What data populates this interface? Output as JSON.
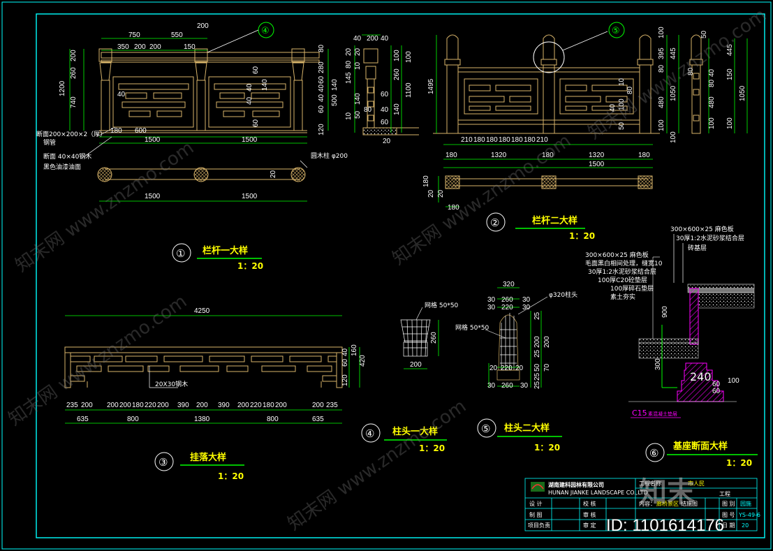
{
  "colors": {
    "background": "#000000",
    "frame": "#00ffff",
    "structure": "#d8b46a",
    "dimension": "#00ff00",
    "title": "#ffff00",
    "section_hatch": "#ff00ff",
    "leader": "#ffffff"
  },
  "drawings": {
    "d1": {
      "num": "①",
      "title": "栏杆一大样",
      "scale": "1：20"
    },
    "d2": {
      "num": "②",
      "title": "栏杆二大样",
      "scale": "1：20"
    },
    "d3": {
      "num": "③",
      "title": "挂落大样",
      "scale": "1：20"
    },
    "d4": {
      "num": "④",
      "title": "柱头一大样",
      "scale": "1：20"
    },
    "d5": {
      "num": "⑤",
      "title": "柱头二大样",
      "scale": "1：20"
    },
    "d6": {
      "num": "⑥",
      "title": "基座断面大样",
      "scale": "1：20"
    }
  },
  "callouts": {
    "c4": "④",
    "c5": "⑤"
  },
  "d1_dims": {
    "top": [
      "750",
      "550",
      "200",
      "350",
      "200",
      "200",
      "150"
    ],
    "left": [
      "200",
      "260",
      "1200",
      "740"
    ],
    "right": [
      "80",
      "280",
      "60",
      "40",
      "140",
      "40",
      "60",
      "500",
      "120"
    ],
    "inner": [
      "60",
      "40",
      "140",
      "40",
      "60",
      "40"
    ],
    "bottom1": [
      "180",
      "600",
      "1500",
      "1500"
    ],
    "plan": [
      "20",
      "1500",
      "1500"
    ]
  },
  "d1_notes": {
    "n1": "断面200×200×2（厚）",
    "n2": "钢管",
    "n3": "断面 40×40钢木",
    "n4": "黑色油漆油面",
    "n5": "圆木柱 φ200"
  },
  "section1_dims": [
    "200",
    "40",
    "40",
    "20",
    "20",
    "80",
    "145",
    "10",
    "140",
    "50",
    "10",
    "100",
    "100",
    "260",
    "1100",
    "140",
    "60",
    "80",
    "60",
    "40",
    "20",
    "20",
    "50"
  ],
  "d2_dims": {
    "left": [
      "1495"
    ],
    "right_in": [
      "395",
      "80",
      "480",
      "100",
      "40",
      "80",
      "10",
      "100",
      "50",
      "100"
    ],
    "right_out": [
      "445",
      "1050",
      "100"
    ],
    "bottom": [
      "210",
      "180",
      "180",
      "180",
      "180",
      "180",
      "210"
    ],
    "bottom2": [
      "180",
      "1320",
      "180",
      "1320",
      "180",
      "1500"
    ],
    "plan": [
      "180",
      "180",
      "20",
      "20"
    ]
  },
  "section2_dims": [
    "50",
    "80",
    "445",
    "40",
    "150",
    "80",
    "480",
    "1050",
    "100",
    "100"
  ],
  "d3_dims": {
    "overall": "4250",
    "right": [
      "40",
      "60",
      "420",
      "160",
      "120"
    ],
    "bottom1": [
      "235",
      "200",
      "200",
      "200",
      "180",
      "220",
      "200",
      "390",
      "200",
      "390",
      "200",
      "220",
      "180",
      "200",
      "200",
      "235"
    ],
    "bottom2": [
      "635",
      "800",
      "1380",
      "800",
      "635"
    ],
    "note": "20X30钢木"
  },
  "d4": {
    "mesh": "网格 50*50",
    "h": "260",
    "w": "200"
  },
  "d5": {
    "top": [
      "320",
      "30",
      "260",
      "30",
      "30",
      "220",
      "30"
    ],
    "label": "φ320柱头",
    "mesh": "网格 50*50",
    "right": [
      "25",
      "200",
      "25",
      "70",
      "50",
      "25",
      "25",
      "200"
    ],
    "left": [
      "20",
      "20",
      "30",
      "30"
    ],
    "bottom": [
      "220",
      "20",
      "260",
      "20",
      "30",
      "30"
    ]
  },
  "d6": {
    "layers_top": [
      "300×600×25 麻色板",
      "30厚1:2水泥砂浆结合层",
      "砖基层"
    ],
    "layers": [
      "300×600×25 麻色板",
      "毛面黑白相间处理，缝宽10",
      "30厚1:2水泥砂浆结合层",
      "100厚C20砼垫层",
      "100厚碎石垫层",
      "素土夯实"
    ],
    "dims": [
      "900",
      "300",
      "240",
      "60",
      "100",
      "60"
    ],
    "c15": "C15",
    "c15note": "素混凝土垫层"
  },
  "title_block": {
    "company": "湖南建科园林有限公司",
    "company_en": "HUNAN JIANKE LANDSCAPE CO.,LTD",
    "project_label": "工程名称",
    "project_value": "市人民",
    "project_sub": "工程",
    "content_label": "内容：",
    "content_value": "廊桥景区",
    "content_value2": "结施图",
    "rows": [
      {
        "l": "设 计",
        "m": "校 核"
      },
      {
        "l": "制 图",
        "m": "审 核"
      },
      {
        "l": "项目负责",
        "m": "审 定"
      }
    ],
    "cols": [
      "图 别",
      "图 号",
      "日 期"
    ],
    "vals": [
      "园施",
      "YS-49-6",
      "20"
    ]
  },
  "watermark": {
    "text": "知末网 www.znzmo.com",
    "brand": "知末",
    "id": "ID: 1101614176"
  }
}
